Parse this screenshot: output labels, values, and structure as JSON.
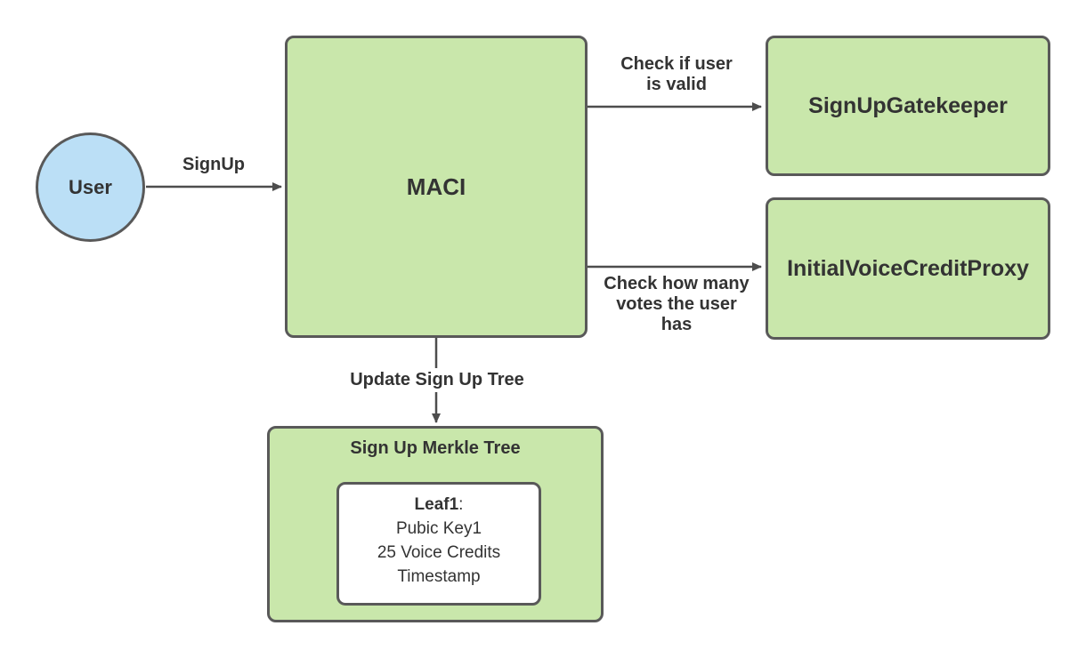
{
  "colors": {
    "background": "#ffffff",
    "node_fill_green": "#c9e7ab",
    "node_fill_blue": "#bbdff6",
    "node_border": "#595959",
    "arrow": "#4d4d4d",
    "text": "#333333"
  },
  "nodes": {
    "user": {
      "label": "User"
    },
    "maci": {
      "label": "MACI"
    },
    "gatekeeper": {
      "label": "SignUpGatekeeper"
    },
    "voice_credit_proxy": {
      "label": "InitialVoiceCreditProxy"
    },
    "merkle_tree": {
      "title": "Sign Up Merkle Tree",
      "leaf": {
        "name": "Leaf1",
        "separator": ":",
        "lines": [
          "Pubic Key1",
          "25 Voice Credits",
          "Timestamp"
        ]
      }
    }
  },
  "edges": {
    "signup": {
      "label": "SignUp"
    },
    "check_valid": {
      "label": "Check if user\nis valid"
    },
    "check_votes": {
      "label": "Check how many\nvotes the user\nhas"
    },
    "update_tree": {
      "label": "Update Sign Up Tree"
    }
  }
}
